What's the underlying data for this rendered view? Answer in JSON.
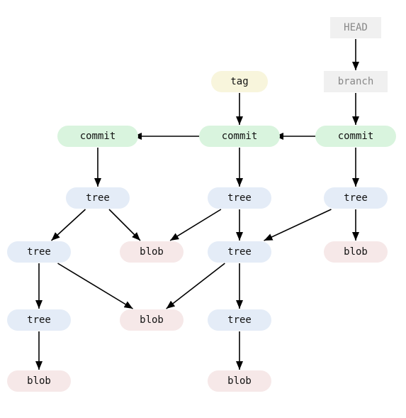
{
  "colors": {
    "commit": "#d9f4de",
    "tree": "#e4ecf7",
    "blob": "#f6e8e8",
    "tag": "#f8f5dc",
    "ref": "#f0f0f0",
    "arrow": "#000000"
  },
  "nodes": [
    {
      "id": "head",
      "label": "HEAD",
      "kind": "ref"
    },
    {
      "id": "branch",
      "label": "branch",
      "kind": "ref"
    },
    {
      "id": "tag",
      "label": "tag",
      "kind": "tag"
    },
    {
      "id": "commit1",
      "label": "commit",
      "kind": "commit"
    },
    {
      "id": "commit2",
      "label": "commit",
      "kind": "commit"
    },
    {
      "id": "commit3",
      "label": "commit",
      "kind": "commit"
    },
    {
      "id": "tree1",
      "label": "tree",
      "kind": "tree"
    },
    {
      "id": "tree2",
      "label": "tree",
      "kind": "tree"
    },
    {
      "id": "tree3",
      "label": "tree",
      "kind": "tree"
    },
    {
      "id": "tree4",
      "label": "tree",
      "kind": "tree"
    },
    {
      "id": "blob1",
      "label": "blob",
      "kind": "blob"
    },
    {
      "id": "tree5",
      "label": "tree",
      "kind": "tree"
    },
    {
      "id": "blob2",
      "label": "blob",
      "kind": "blob"
    },
    {
      "id": "tree6",
      "label": "tree",
      "kind": "tree"
    },
    {
      "id": "blob3",
      "label": "blob",
      "kind": "blob"
    },
    {
      "id": "tree7",
      "label": "tree",
      "kind": "tree"
    },
    {
      "id": "blob4",
      "label": "blob",
      "kind": "blob"
    },
    {
      "id": "blob5",
      "label": "blob",
      "kind": "blob"
    }
  ],
  "edges": [
    {
      "from": "head",
      "to": "branch"
    },
    {
      "from": "branch",
      "to": "commit3"
    },
    {
      "from": "tag",
      "to": "commit2"
    },
    {
      "from": "commit3",
      "to": "commit2"
    },
    {
      "from": "commit2",
      "to": "commit1"
    },
    {
      "from": "commit1",
      "to": "tree1"
    },
    {
      "from": "commit2",
      "to": "tree2"
    },
    {
      "from": "commit3",
      "to": "tree3"
    },
    {
      "from": "tree1",
      "to": "tree4"
    },
    {
      "from": "tree1",
      "to": "blob1"
    },
    {
      "from": "tree2",
      "to": "blob1"
    },
    {
      "from": "tree2",
      "to": "tree5"
    },
    {
      "from": "tree3",
      "to": "tree5"
    },
    {
      "from": "tree3",
      "to": "blob2"
    },
    {
      "from": "tree4",
      "to": "tree6"
    },
    {
      "from": "tree4",
      "to": "blob3"
    },
    {
      "from": "tree5",
      "to": "blob3"
    },
    {
      "from": "tree5",
      "to": "tree7"
    },
    {
      "from": "tree6",
      "to": "blob4"
    },
    {
      "from": "tree7",
      "to": "blob5"
    }
  ]
}
